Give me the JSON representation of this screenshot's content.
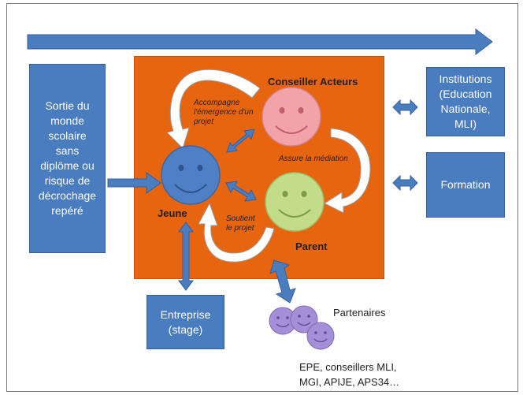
{
  "left_box": {
    "text": "Sortie du\nmonde\nscolaire\nsans\ndiplôme ou\nrisque de\ndécrochage\nrepéré"
  },
  "institutions_box": {
    "text": "Institutions\n(Education\nNationale,\nMLI)"
  },
  "formation_box": {
    "text": "Formation"
  },
  "entreprise_box": {
    "text": "Entreprise\n(stage)"
  },
  "nodes": {
    "jeune": "Jeune",
    "conseiller": "Conseiller Acteurs",
    "parent": "Parent"
  },
  "annotations": {
    "accompagne": "Accompagne\nl'émergence d'un\nprojet",
    "mediation": "Assure la médiation",
    "soutient": "Soutient\nle projet"
  },
  "partenaires": {
    "title": "Partenaires",
    "list": "EPE, conseillers MLI,\nMGI, APIJE, APS34…"
  },
  "colors": {
    "box_blue": "#4a7cc0",
    "orange": "#e8650f",
    "face_blue": "#4f7fc4",
    "face_pink": "#f2a3a8",
    "face_green": "#c2dc8a",
    "face_purple": "#a58fd6"
  }
}
